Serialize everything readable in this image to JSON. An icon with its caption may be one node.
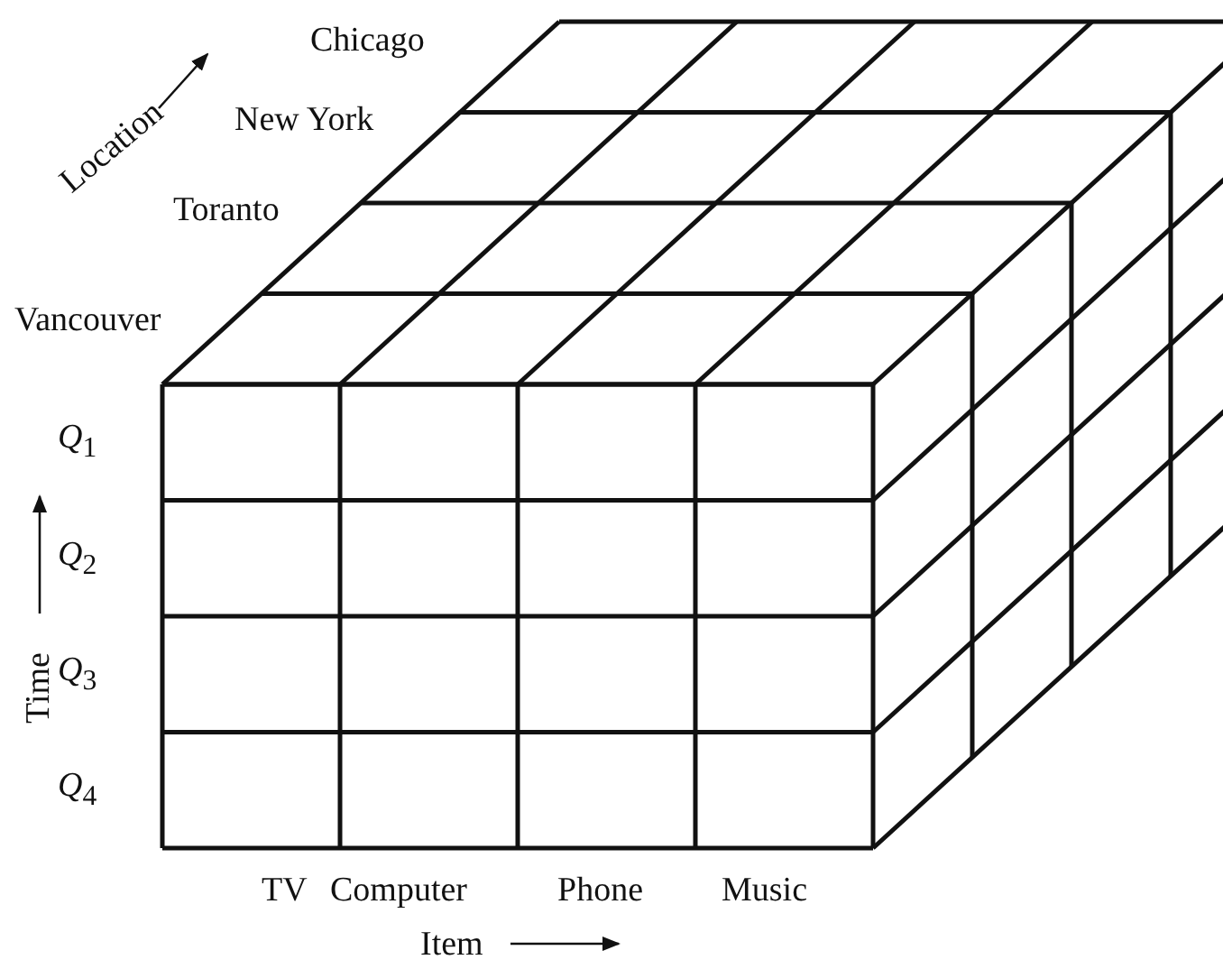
{
  "diagram": {
    "labels": [
      "Chicago",
      "Location",
      "New York",
      "Toranto",
      "Vancouver",
      "*Q*$_{1}$",
      "*Q*$_{2}$",
      "Time",
      "*Q*$_{3}$",
      "*Q*$_{4}$",
      "TV",
      "Computer",
      "Phone",
      "Music",
      "Item"
    ]
  }
}
